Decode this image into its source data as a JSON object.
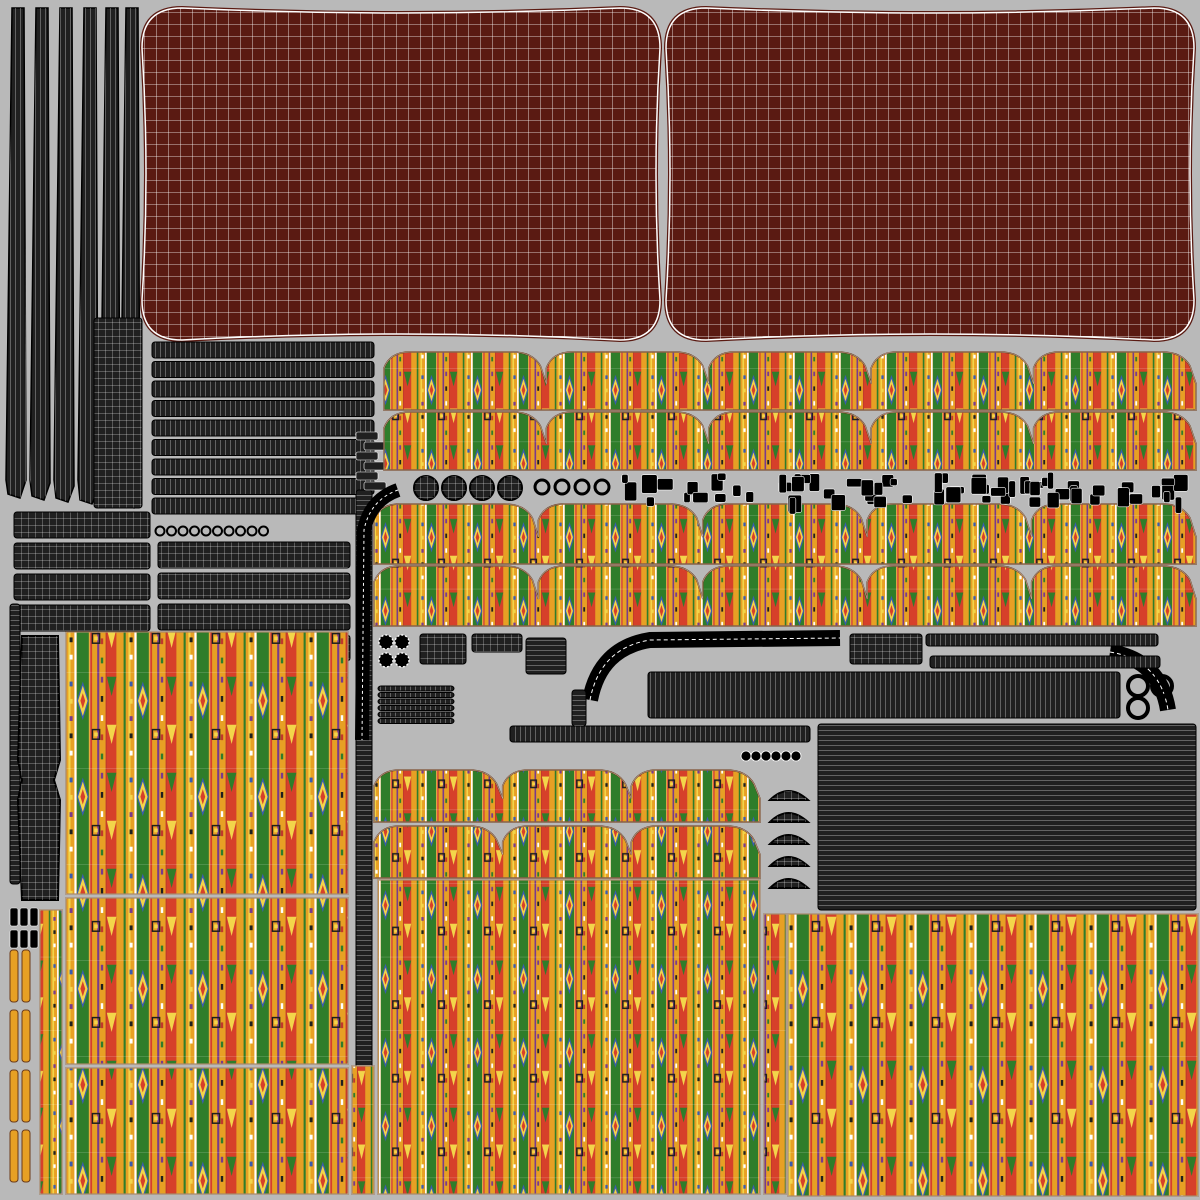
{
  "colors": {
    "background": "#b9b9b9",
    "wire": "#ffffff",
    "outline": "#000000",
    "shell": "#202020",
    "cushion": "#5a1a12",
    "fabric_base": "#e7a024",
    "fabric_accents": [
      "#2f7d2a",
      "#d6402a",
      "#3a5bb0",
      "#f3d54a",
      "#7a3a8c",
      "#1f1f1f",
      "#ffffff",
      "#c0392b"
    ]
  },
  "icons": {
    "cushion": "uv-island-cushion",
    "fabric": "uv-island-patterned-fabric",
    "frame": "uv-island-dark-frame",
    "ring": "uv-island-ring",
    "dark_bits": "uv-island-small-parts"
  }
}
